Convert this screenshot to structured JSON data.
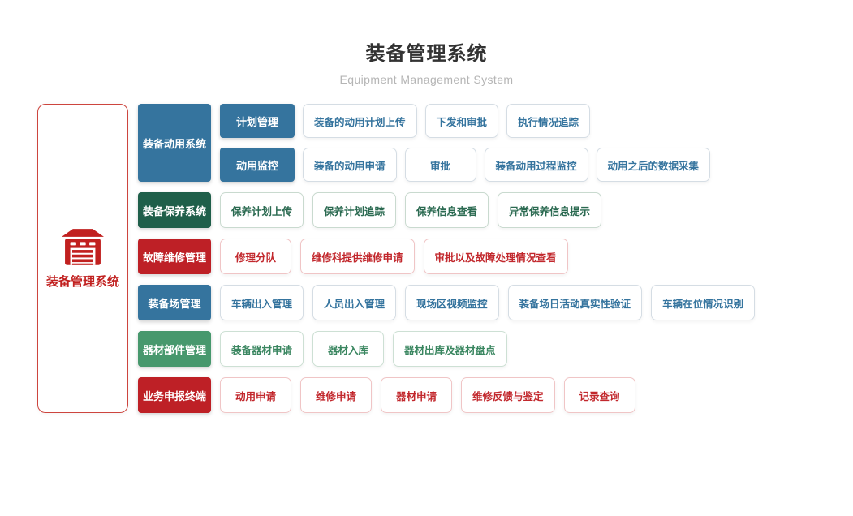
{
  "header": {
    "title": "装备管理系统",
    "subtitle": "Equipment Management System",
    "title_color": "#333333",
    "subtitle_color": "#b5b5b5"
  },
  "root": {
    "label": "装备管理系统",
    "icon": "warehouse-icon",
    "color": "#c1201f",
    "border_color": "#cd453e"
  },
  "themes": {
    "blue": {
      "solid_bg": "#35749e",
      "leaf_text": "#35749e",
      "leaf_border": "#d5dde4"
    },
    "darkgreen": {
      "solid_bg": "#1f5f4a",
      "leaf_text": "#2b6a51",
      "leaf_border": "#c9dacf"
    },
    "red": {
      "solid_bg": "#be2026",
      "leaf_text": "#c2282d",
      "leaf_border": "#f0c5c6"
    },
    "green": {
      "solid_bg": "#47986d",
      "leaf_text": "#3a8660",
      "leaf_border": "#cde0d4"
    }
  },
  "groups": [
    {
      "label": "装备动用系统",
      "theme": "blue",
      "subgroups": [
        {
          "label": "计划管理",
          "items": [
            "装备的动用计划上传",
            "下发和审批",
            "执行情况追踪"
          ]
        },
        {
          "label": "动用监控",
          "items": [
            "装备的动用申请",
            "审批",
            "装备动用过程监控",
            "动用之后的数据采集"
          ]
        }
      ]
    },
    {
      "label": "装备保养系统",
      "theme": "darkgreen",
      "items": [
        "保养计划上传",
        "保养计划追踪",
        "保养信息查看",
        "异常保养信息提示"
      ]
    },
    {
      "label": "故障维修管理",
      "theme": "red",
      "items": [
        "修理分队",
        "维修科提供维修申请",
        "审批以及故障处理情况查看"
      ]
    },
    {
      "label": "装备场管理",
      "theme": "blue",
      "items": [
        "车辆出入管理",
        "人员出入管理",
        "现场区视频监控",
        "装备场日活动真实性验证",
        "车辆在位情况识别"
      ]
    },
    {
      "label": "器材部件管理",
      "theme": "green",
      "items": [
        "装备器材申请",
        "器材入库",
        "器材出库及器材盘点"
      ]
    },
    {
      "label": "业务申报终端",
      "theme": "red",
      "items": [
        "动用申请",
        "维修申请",
        "器材申请",
        "维修反馈与鉴定",
        "记录查询"
      ]
    }
  ]
}
